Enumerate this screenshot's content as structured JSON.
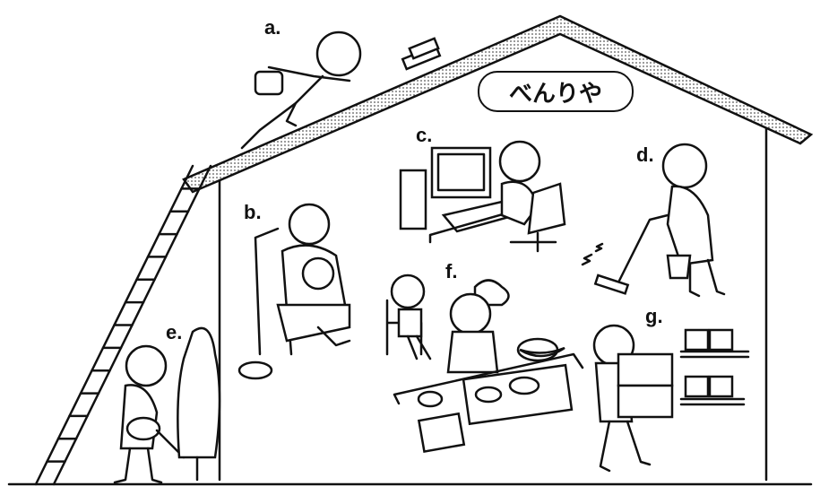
{
  "sign": {
    "text": "べんりや"
  },
  "labels": {
    "a": "a.",
    "b": "b.",
    "c": "c.",
    "d": "d.",
    "e": "e.",
    "f": "f.",
    "g": "g."
  }
}
